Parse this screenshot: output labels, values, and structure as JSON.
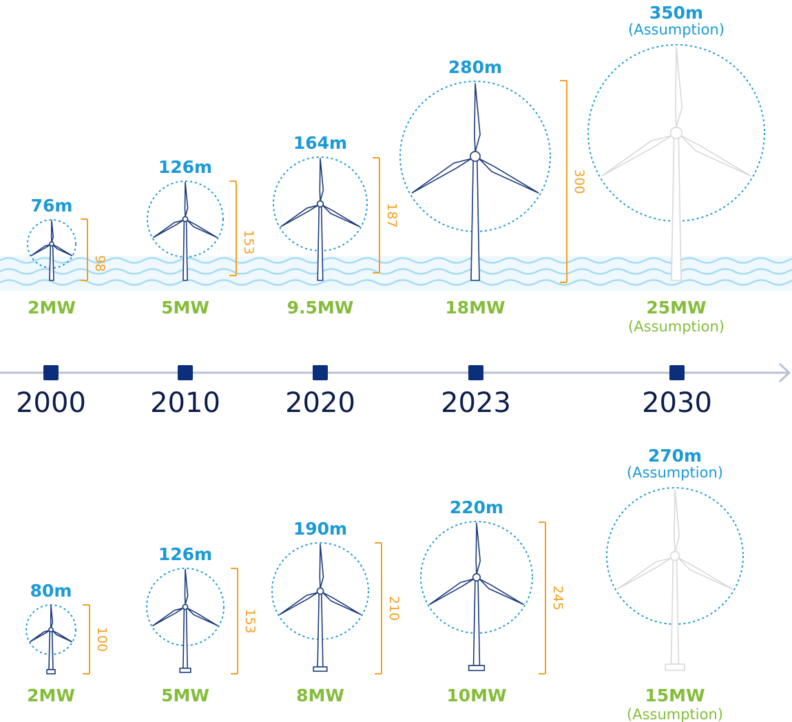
{
  "colors": {
    "turbine": "#1b3a7a",
    "turbine_future": "#d8d8d8",
    "rotor_circle": "#1a9ad6",
    "height_marker": "#f0a020",
    "power_label": "#84bd3a",
    "diameter_label": "#1a9ad6",
    "timeline": "#b8c2d2",
    "timeline_marker": "#0b2f7a",
    "year_label": "#0b1d4a",
    "waves": "#a8dcf2"
  },
  "timeline": {
    "years": [
      "2000",
      "2010",
      "2020",
      "2023",
      "2030"
    ]
  },
  "offshore": {
    "turbines": [
      {
        "diameter": "76m",
        "power": "2MW",
        "height": "98",
        "future": false
      },
      {
        "diameter": "126m",
        "power": "5MW",
        "height": "153",
        "future": false
      },
      {
        "diameter": "164m",
        "power": "9.5MW",
        "height": "187",
        "future": false
      },
      {
        "diameter": "280m",
        "power": "18MW",
        "height": "300",
        "future": false
      },
      {
        "diameter": "350m",
        "diameter_note": "(Assumption)",
        "power": "25MW",
        "power_note": "(Assumption)",
        "height": "",
        "future": true
      }
    ]
  },
  "onshore": {
    "turbines": [
      {
        "diameter": "80m",
        "power": "2MW",
        "height": "100",
        "future": false
      },
      {
        "diameter": "126m",
        "power": "5MW",
        "height": "153",
        "future": false
      },
      {
        "diameter": "190m",
        "power": "8MW",
        "height": "210",
        "future": false
      },
      {
        "diameter": "220m",
        "power": "10MW",
        "height": "245",
        "future": false
      },
      {
        "diameter": "270m",
        "diameter_note": "(Assumption)",
        "power": "15MW",
        "power_note": "(Assumption)",
        "height": "",
        "future": true
      }
    ]
  }
}
